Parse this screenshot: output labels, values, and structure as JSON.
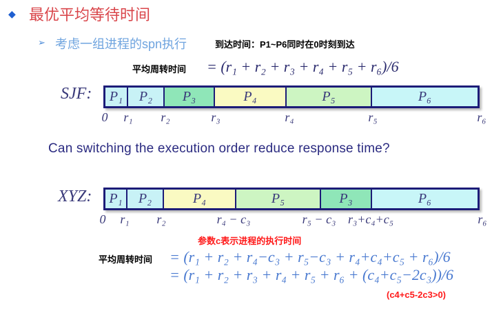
{
  "title": "最优平均等待时间",
  "subtitle": "考虑一组进程的spn执行",
  "arrival_note": "到达时间：P1~P6同时在0时刻到达",
  "avg_label": "平均周转时间",
  "sjf_formula": "= (r₁ + r₂ + r₃ + r₄ + r₅ + r₆)/6",
  "sjf": {
    "label": "SJF:",
    "segments": [
      {
        "name": "P₁",
        "color": "#c8f2f6"
      },
      {
        "name": "P₂",
        "color": "#c8f2f6"
      },
      {
        "name": "P₃",
        "color": "#8fe6b8"
      },
      {
        "name": "P₄",
        "color": "#fafac2"
      },
      {
        "name": "P₅",
        "color": "#cdf5c2"
      },
      {
        "name": "P₆",
        "color": "#c8f6f8"
      }
    ],
    "ticks": [
      "0",
      "r₁",
      "r₂",
      "r₃",
      "r₄",
      "r₅",
      "r₆"
    ]
  },
  "question": "Can switching the execution order reduce response time?",
  "xyz": {
    "label": "XYZ:",
    "segments": [
      {
        "name": "P₁",
        "color": "#c8f2f6"
      },
      {
        "name": "P₂",
        "color": "#c8f2f6"
      },
      {
        "name": "P₄",
        "color": "#fafac2"
      },
      {
        "name": "P₅",
        "color": "#cdf5c2"
      },
      {
        "name": "P₃",
        "color": "#8fe6b8"
      },
      {
        "name": "P₆",
        "color": "#c8f6f8"
      }
    ],
    "ticks": [
      "0",
      "r₁",
      "r₂",
      "r₄ − c₃",
      "r₅ − c₃",
      "r₃+c₄+c₅",
      "r₆"
    ]
  },
  "param_note": "参数c表示进程的执行时间",
  "xyz_formula_1": "= (r₁ + r₂ + r₄−c₃ + r₅−c₃ + r₄+c₄+c₅ + r₆)/6",
  "xyz_formula_2": "= (r₁ + r₂ + r₃ + r₄ + r₅ + r₆ + (c₄+c₅−2c₃))/6",
  "condition": "(c4+c5-2c3>0)"
}
